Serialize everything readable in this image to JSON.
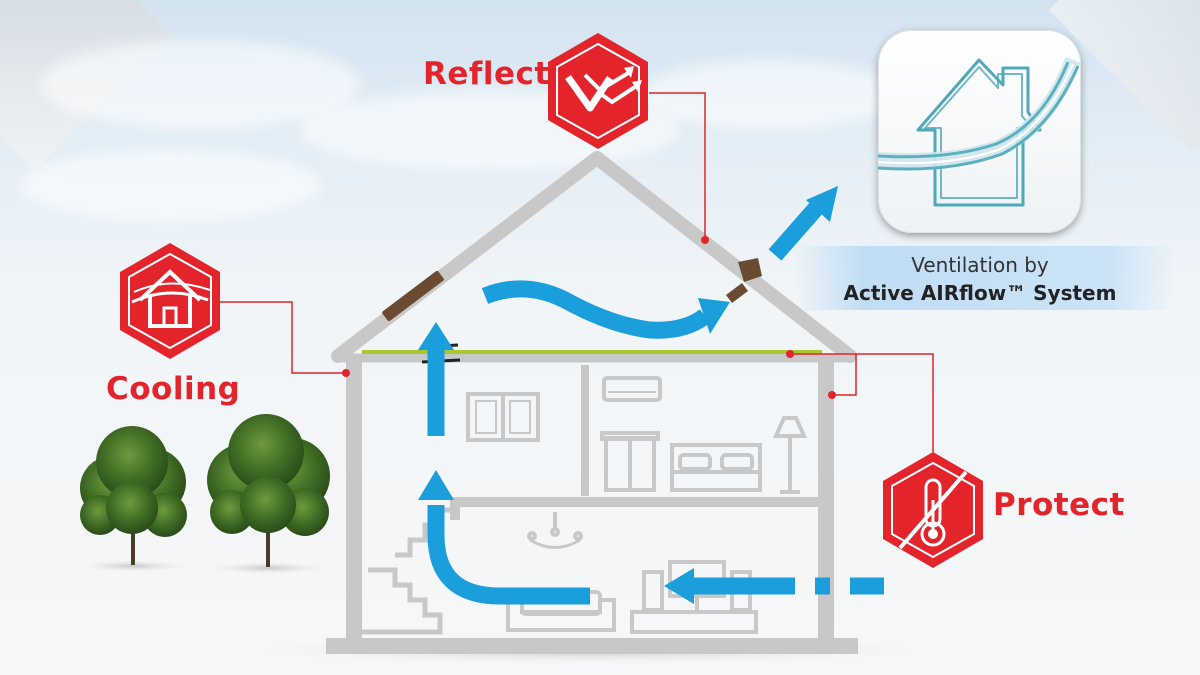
{
  "labels": {
    "reflect": "Reflect",
    "cooling": "Cooling",
    "protect": "Protect"
  },
  "ventilation": {
    "line1": "Ventilation by",
    "line2": "Active AIRflow™ System"
  },
  "colors": {
    "brand_red": "#e3242b",
    "airflow_blue": "#1a9fdc",
    "house_gray": "#c8c8c8",
    "insulation_green": "#a8c832",
    "icon_teal": "#4fa9b8"
  },
  "icons": {
    "reflect": "reflect-heat-icon",
    "cooling": "cooling-house-icon",
    "protect": "no-heat-thermometer-icon",
    "app": "airflow-house-app-icon"
  }
}
